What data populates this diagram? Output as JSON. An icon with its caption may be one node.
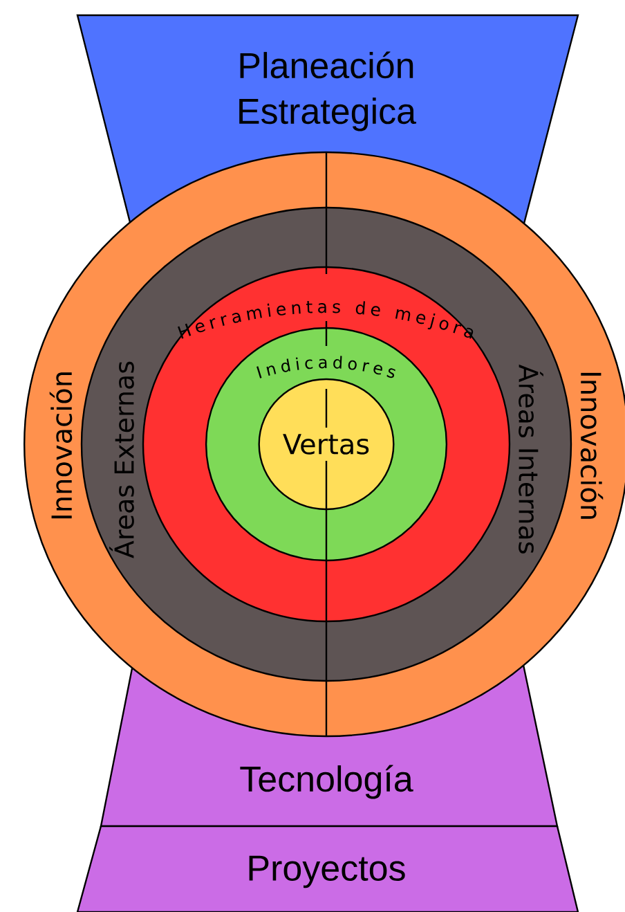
{
  "diagram": {
    "nodes": [
      {
        "text": [
          "Planeación Estrategica"
        ]
      },
      {
        "text": [
          "Innovación",
          "Innovación"
        ]
      },
      {
        "text": [
          "Áreas Externas",
          "Áreas Internas"
        ],
        "in": 1
      },
      {
        "text": [
          "Herramientas de mejora"
        ],
        "in": 2
      },
      {
        "text": [
          "Indicadores"
        ],
        "in": 3
      },
      {
        "text": [
          "Vertas"
        ],
        "in": 4
      },
      {
        "text": [
          "Tecnología"
        ]
      },
      {
        "text": [
          "Proyectos"
        ]
      }
    ]
  }
}
